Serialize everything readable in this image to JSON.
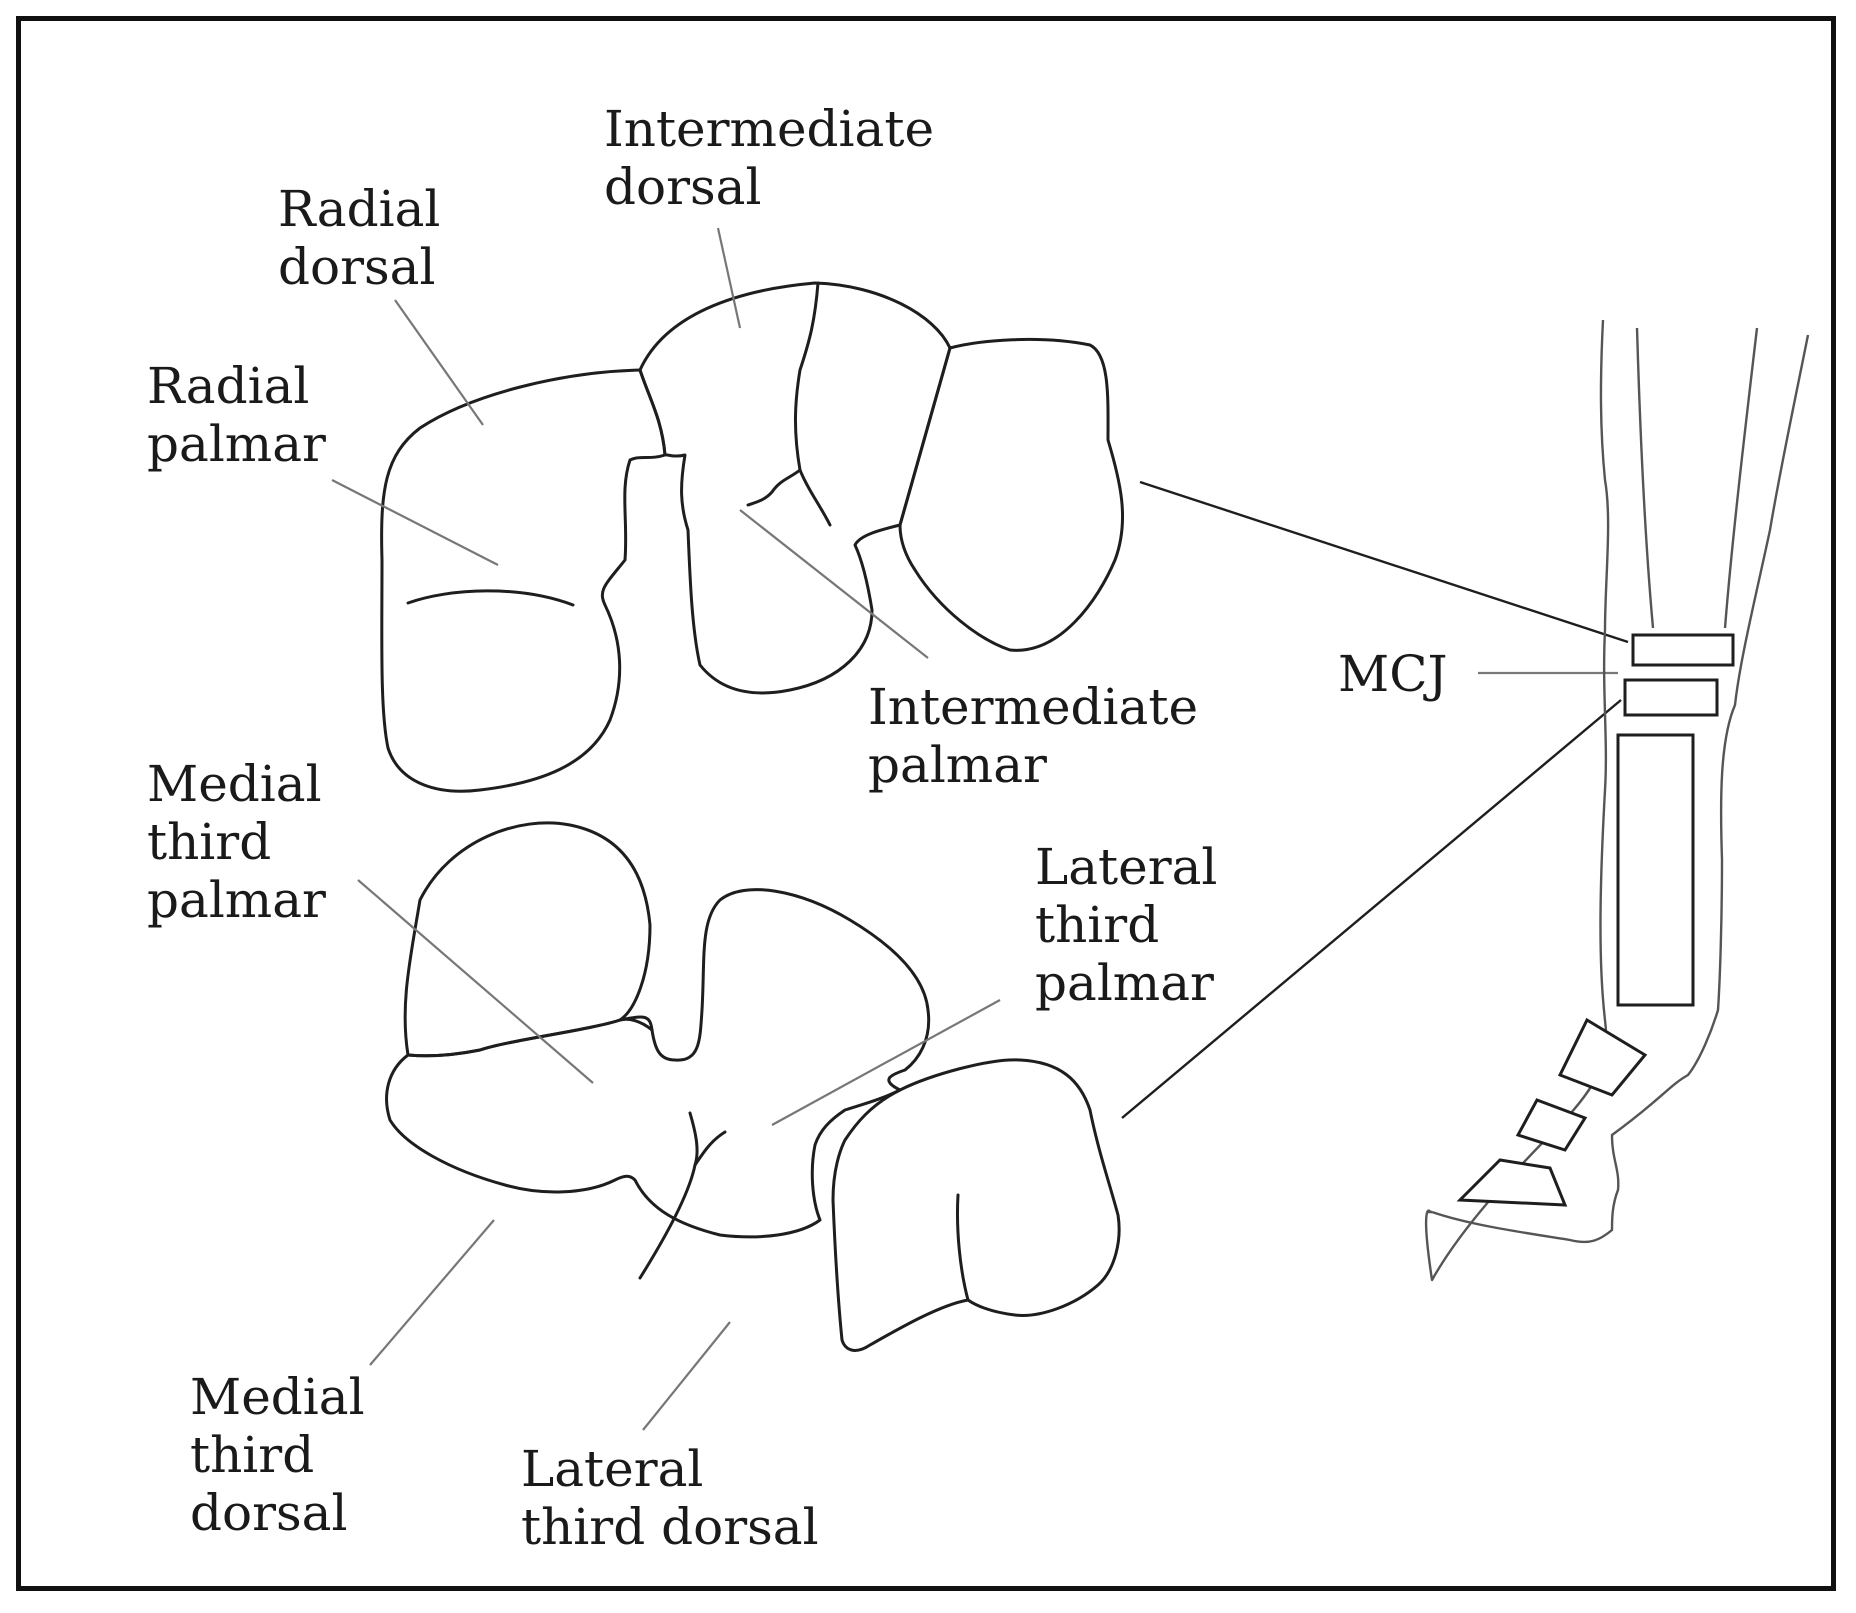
{
  "labels": {
    "intermediate_dorsal": [
      "Intermediate",
      "dorsal"
    ],
    "radial_dorsal": [
      "Radial",
      "dorsal"
    ],
    "radial_palmar": [
      "Radial",
      "palmar"
    ],
    "intermediate_palmar": [
      "Intermediate",
      "palmar"
    ],
    "medial_third_palmar": [
      "Medial",
      "third",
      "palmar"
    ],
    "lateral_third_palmar": [
      "Lateral",
      "third",
      "palmar"
    ],
    "medial_third_dorsal": [
      "Medial",
      "third",
      "dorsal"
    ],
    "lateral_third_dorsal": [
      "Lateral",
      "third dorsal"
    ],
    "mcj": "MCJ"
  },
  "colors": {
    "outline": "#1e1e1e",
    "leader": "#777777",
    "border": "#111111",
    "background": "#ffffff"
  }
}
